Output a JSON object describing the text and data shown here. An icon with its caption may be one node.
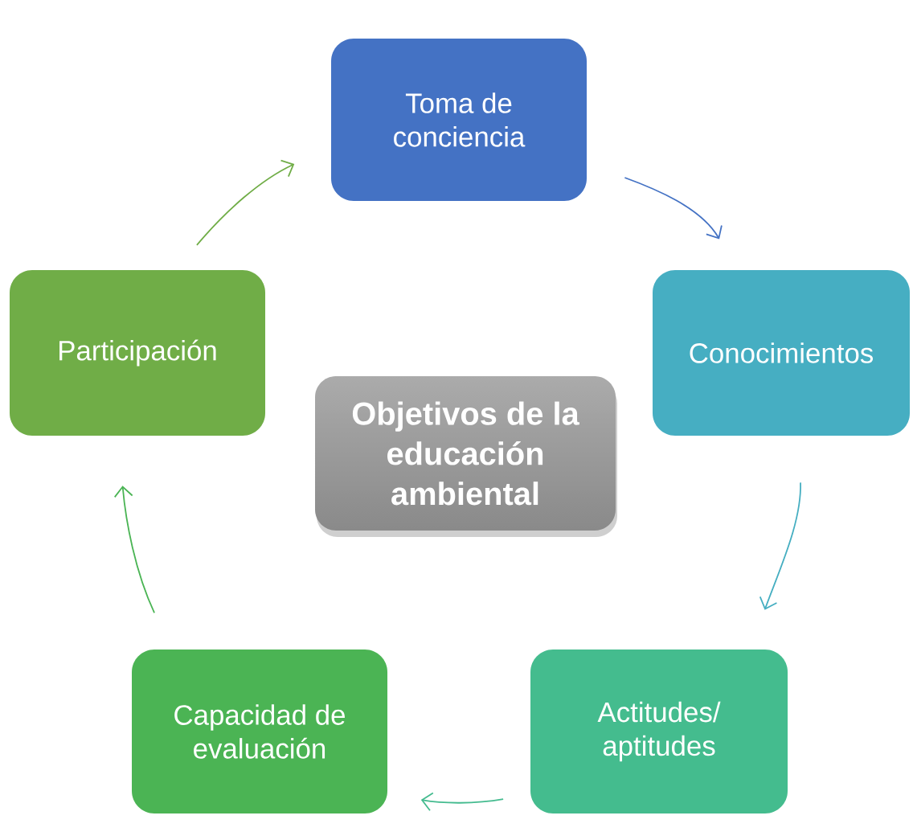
{
  "diagram": {
    "nodes": [
      {
        "text": [
          "Toma de conciencia"
        ]
      },
      {
        "text": [
          "Conocimientos"
        ]
      },
      {
        "text": [
          "Actitudes/ aptitudes"
        ]
      },
      {
        "text": [
          "Capacidad de evaluación"
        ]
      },
      {
        "text": [
          "Participación"
        ]
      },
      {
        "text": [
          "Objetivos de la educación ambiental"
        ]
      }
    ],
    "edges": [
      {
        "from": 0,
        "to": 1,
        "arrow": "to",
        "color": "#4472c4"
      },
      {
        "from": 1,
        "to": 2,
        "arrow": "to",
        "color": "#45aec1"
      },
      {
        "from": 2,
        "to": 3,
        "arrow": "to",
        "color": "#44bb8f"
      },
      {
        "from": 3,
        "to": 4,
        "arrow": "to",
        "color": "#4ab454"
      },
      {
        "from": 4,
        "to": 0,
        "arrow": "to",
        "color": "#70ad47"
      }
    ]
  }
}
